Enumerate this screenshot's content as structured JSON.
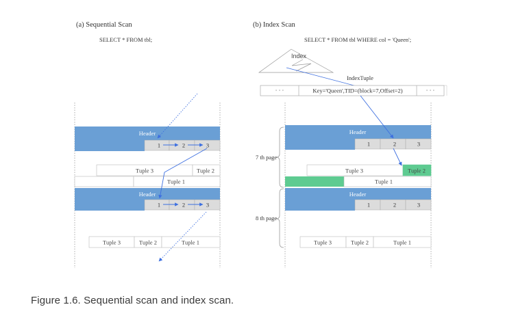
{
  "left": {
    "title": "(a) Sequential Scan",
    "query": "SELECT * FROM tbl;",
    "page1": {
      "header": "Header",
      "pointers": [
        "1",
        "2",
        "3"
      ],
      "tuples_row": [
        "Tuple 3",
        "Tuple 2"
      ],
      "tuple1": "Tuple 1"
    },
    "page2": {
      "header": "Header",
      "pointers": [
        "1",
        "2",
        "3"
      ],
      "tuples_row": [
        "Tuple 3",
        "Tuple 2",
        "Tuple 1"
      ]
    }
  },
  "right": {
    "title": "(b) Index Scan",
    "query": "SELECT * FROM tbl WHERE col = 'Queen';",
    "index_label": "Index",
    "index_tuple_label": "IndexTuple",
    "index_tuple_dots_left": "· · ·",
    "index_tuple_key": "Key='Queen',TID=(block=7,Offset=2)",
    "index_tuple_dots_right": "· · ·",
    "page7_label": "7 th page",
    "page8_label": "8 th page",
    "page1": {
      "header": "Header",
      "pointers": [
        "1",
        "2",
        "3"
      ],
      "tuples_row": [
        "Tuple 3",
        "Tuple 2"
      ],
      "tuple1": "Tuple 1"
    },
    "page2": {
      "header": "Header",
      "pointers": [
        "1",
        "2",
        "3"
      ],
      "tuples_row": [
        "Tuple 3",
        "Tuple 2",
        "Tuple 1"
      ]
    }
  },
  "caption": "Figure 1.6. Sequential scan and index scan.",
  "colors": {
    "header": "#6a9fd5",
    "cell": "#dcdcdc",
    "highlight": "#5ecb91",
    "arrow": "#3d6fe0",
    "line": "#888888"
  }
}
